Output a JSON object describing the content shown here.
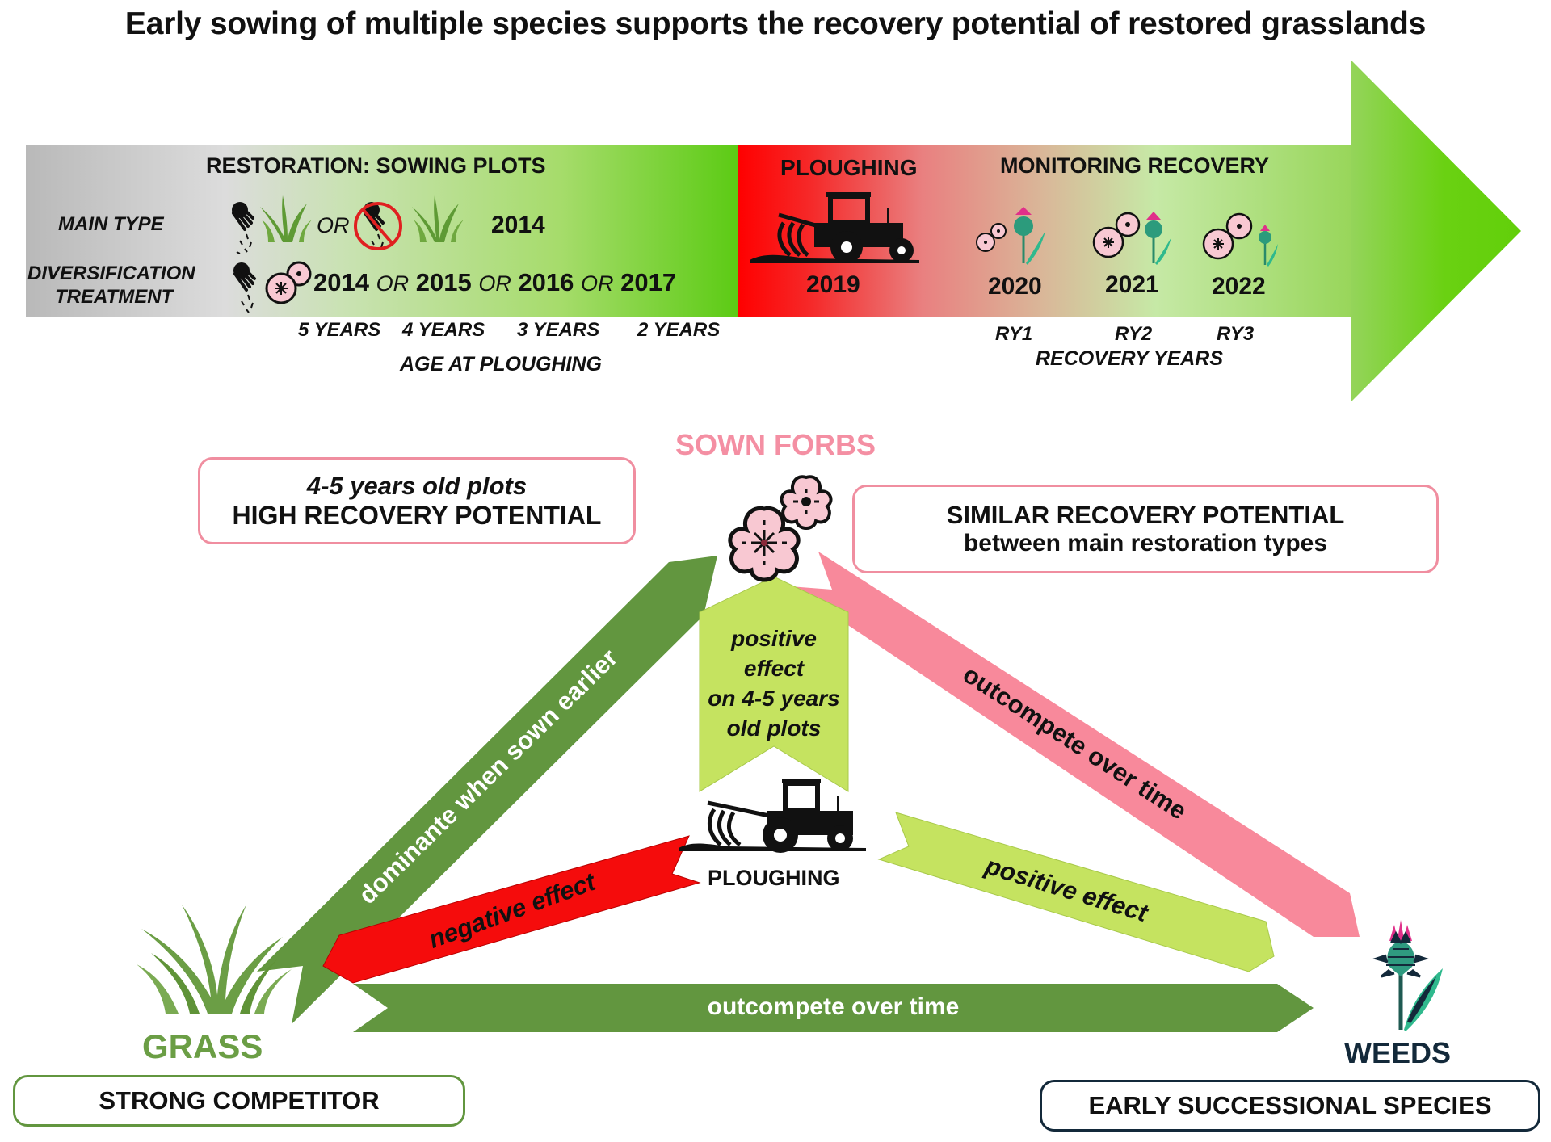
{
  "title": "Early sowing of multiple species supports the recovery potential of restored grasslands",
  "timeline": {
    "restoration_header": "RESTORATION: SOWING PLOTS",
    "main_type_label": "MAIN TYPE",
    "or": "OR",
    "main_type_year": "2014",
    "diversification_label_1": "DIVERSIFICATION",
    "diversification_label_2": "TREATMENT",
    "diversification_years": [
      "2014",
      "2015",
      "2016",
      "2017"
    ],
    "ages": [
      "5 YEARS",
      "4 YEARS",
      "3 YEARS",
      "2 YEARS"
    ],
    "age_caption": "AGE AT PLOUGHING",
    "ploughing_header": "PLOUGHING",
    "ploughing_year": "2019",
    "monitoring_header": "MONITORING RECOVERY",
    "monitoring_years": [
      "2020",
      "2021",
      "2022"
    ],
    "recovery_year_labels": [
      "RY1",
      "RY2",
      "RY3"
    ],
    "recovery_caption": "RECOVERY YEARS"
  },
  "diagram": {
    "sown_forbs_label": "SOWN FORBS",
    "high_recovery_box": {
      "line1": "4-5 years old plots",
      "line2": "HIGH RECOVERY POTENTIAL"
    },
    "similar_recovery_box": {
      "line1": "SIMILAR RECOVERY POTENTIAL",
      "line2": "between main restoration types"
    },
    "arrow_grass_to_forbs": "dominante when sown earlier",
    "arrow_forbs_to_weeds": "outcompete over time",
    "arrow_ploughing_to_forbs": [
      "positive",
      "effect",
      "on 4-5 years",
      "old plots"
    ],
    "arrow_ploughing_to_grass": "negative effect",
    "arrow_ploughing_to_weeds": "positive effect",
    "arrow_grass_to_weeds": "outcompete over time",
    "ploughing_label": "PLOUGHING",
    "grass_label": "GRASS",
    "grass_box": "STRONG COMPETITOR",
    "weeds_label": "WEEDS",
    "weeds_box": "EARLY SUCCESSIONAL SPECIES"
  },
  "colors": {
    "dark_green": "#62963f",
    "light_green": "#c5e360",
    "red": "#f50c0c",
    "pink": "#f8899b",
    "forb_pink": "#f48fa3",
    "grass_green": "#6b9e45",
    "weeds_navy": "#13293a",
    "bright_green": "#66d010"
  }
}
